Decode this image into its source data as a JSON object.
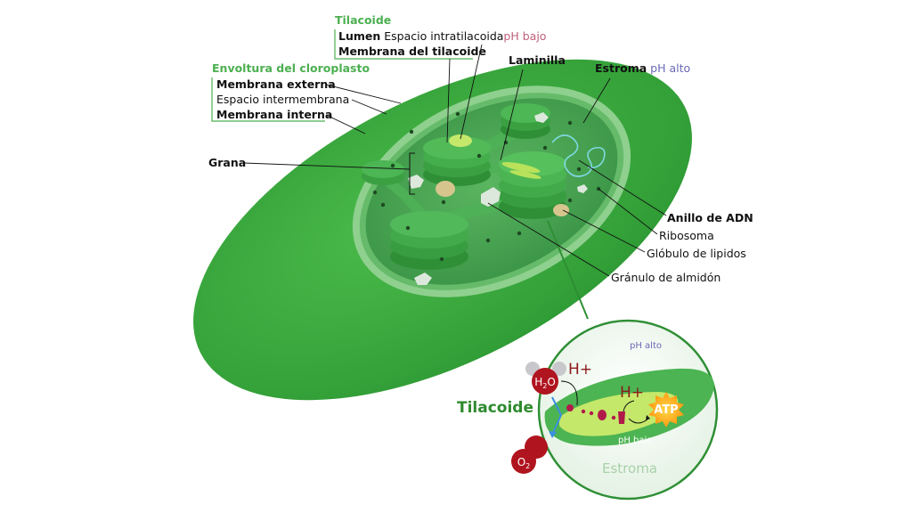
{
  "colors": {
    "outer_membrane": "#3aaa3a",
    "inner_fill": "#84c98a",
    "stroma": "#3d9f4a",
    "grana": "#44b04c",
    "lumen_light": "#c6e86a",
    "header_green": "#4caf50",
    "ph_low": "#c0607a",
    "ph_high": "#6a6ab8",
    "inset_border": "#2f8f35",
    "inset_title": "#2e8b2e",
    "dark_red": "#8b1a1a",
    "atp_orange": "#ffb020"
  },
  "labels": {
    "tilacoide": {
      "header": "Tilacoide",
      "lumen_bold": "Lumen",
      "lumen_desc": "Espacio intratilacoida",
      "ph_bajo": "pH bajo",
      "membrana_tilacoide": "Membrana del tilacoide"
    },
    "envoltura": {
      "header": "Envoltura del cloroplasto",
      "externa": "Membrana externa",
      "intermembrana": "Espacio intermembrana",
      "interna": "Membrana interna"
    },
    "laminilla": "Laminilla",
    "estroma": "Estroma",
    "estroma_ph": "pH alto",
    "grana": "Grana",
    "anillo_adn": "Anillo de ADN",
    "ribosoma": "Ribosoma",
    "globulo": "Glóbulo de lipidos",
    "granulo": "Gránulo de almidón"
  },
  "inset": {
    "ph_alto": "pH alto",
    "ph_bajo": "pH bajo",
    "tilacoide": "Tilacoide",
    "estroma": "Estroma",
    "h_plus_1": "H+",
    "h_plus_2": "H+",
    "atp": "ATP",
    "h2o_h": "H",
    "h2o_sub": "2",
    "h2o_o": "O",
    "o2_o": "O",
    "o2_sub": "2"
  }
}
